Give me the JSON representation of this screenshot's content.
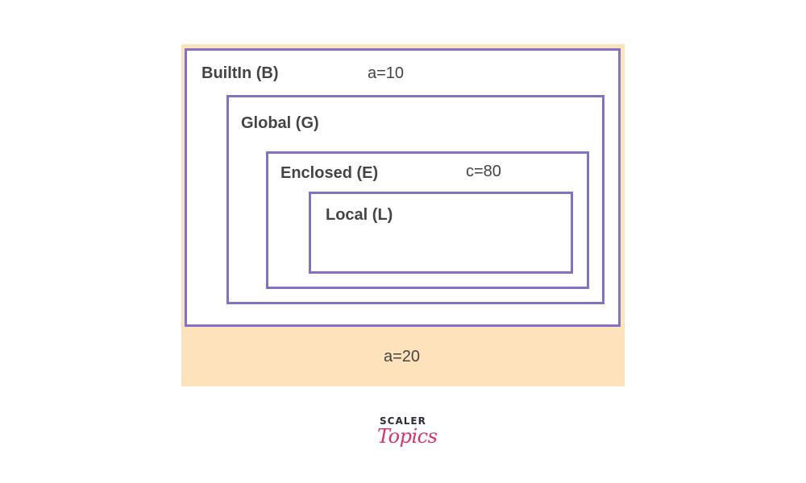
{
  "scopes": {
    "builtin": {
      "label": "BuiltIn (B)",
      "value": "a=10"
    },
    "global": {
      "label": "Global (G)"
    },
    "enclosed": {
      "label": "Enclosed (E)",
      "value": "c=80"
    },
    "local": {
      "label": "Local (L)"
    },
    "outer_value": "a=20"
  },
  "logo": {
    "top_text": "SCALER",
    "bottom_text": "Topics"
  },
  "colors": {
    "box_border": "#8470c4",
    "panel_background": "#fde2bc",
    "text": "#444444",
    "logo_accent": "#d6336c"
  }
}
